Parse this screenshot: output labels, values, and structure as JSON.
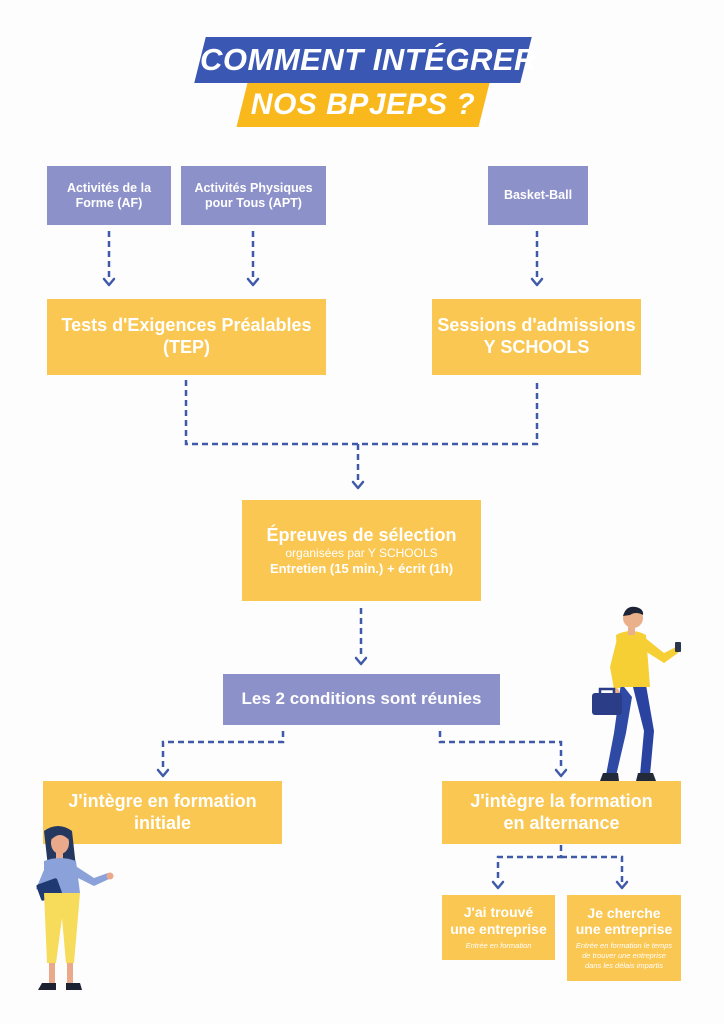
{
  "title": {
    "line1": "COMMENT INTÉGRER",
    "line2": "NOS BPJEPS ?",
    "band1_color": "#3a57b3",
    "band2_color": "#f9b81b"
  },
  "colors": {
    "purple_box": "#8d91c9",
    "yellow_box": "#f9c752",
    "arrow": "#3f5aa8"
  },
  "specialties": {
    "af": {
      "line1": "Activités de la",
      "line2": "Forme (AF)"
    },
    "apt": {
      "line1": "Activités Physiques",
      "line2": "pour Tous (APT)"
    },
    "basket": {
      "label": "Basket-Ball"
    }
  },
  "entry": {
    "tep": {
      "line1": "Tests d'Exigences Préalables",
      "line2": "(TEP)"
    },
    "sessions": {
      "line1": "Sessions d'admissions",
      "line2": "Y SCHOOLS"
    }
  },
  "selection": {
    "title": "Épreuves de sélection",
    "subtitle": "organisées par Y SCHOOLS",
    "detail": "Entretien (15 min.) + écrit (1h)"
  },
  "conditions": {
    "label": "Les 2 conditions sont réunies"
  },
  "outcomes": {
    "initial": {
      "line1": "J'intègre en formation",
      "line2": "initiale"
    },
    "alternance": {
      "line1": "J'intègre la formation",
      "line2": "en alternance"
    }
  },
  "alternance_options": {
    "found": {
      "line1": "J'ai trouvé",
      "line2": "une entreprise",
      "note": "Entrée en formation"
    },
    "searching": {
      "line1": "Je cherche",
      "line2": "une entreprise",
      "note1": "Entrée en formation le temps",
      "note2": "de trouver une entreprise",
      "note3": "dans les délais impartis"
    }
  },
  "illustrations": [
    "man-with-briefcase-and-phone",
    "woman-with-folder"
  ]
}
